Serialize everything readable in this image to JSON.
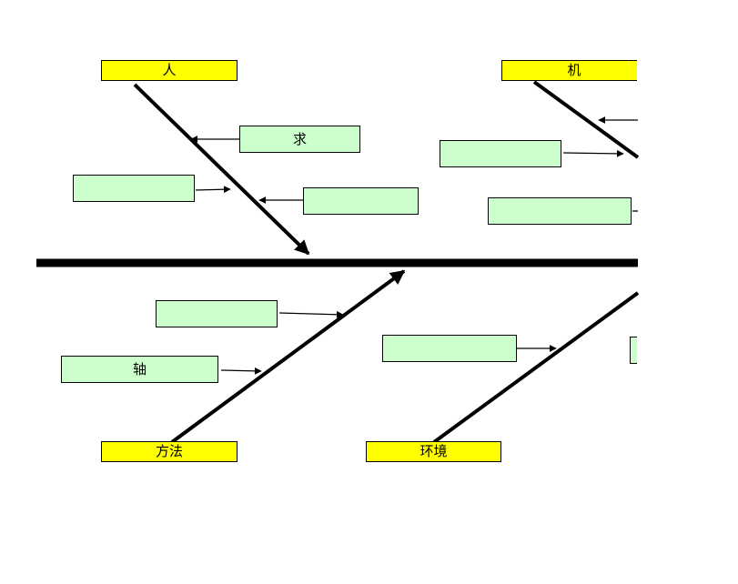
{
  "diagram": {
    "type": "fishbone",
    "categories": {
      "people": "人",
      "machine": "机",
      "method": "方法",
      "environment": "环境"
    },
    "causes": {
      "people_1": "求",
      "people_2": "",
      "people_3": "",
      "machine_1": "",
      "machine_2": "",
      "method_1": "",
      "method_2": "轴",
      "environment_1": "",
      "environment_2": ""
    }
  }
}
